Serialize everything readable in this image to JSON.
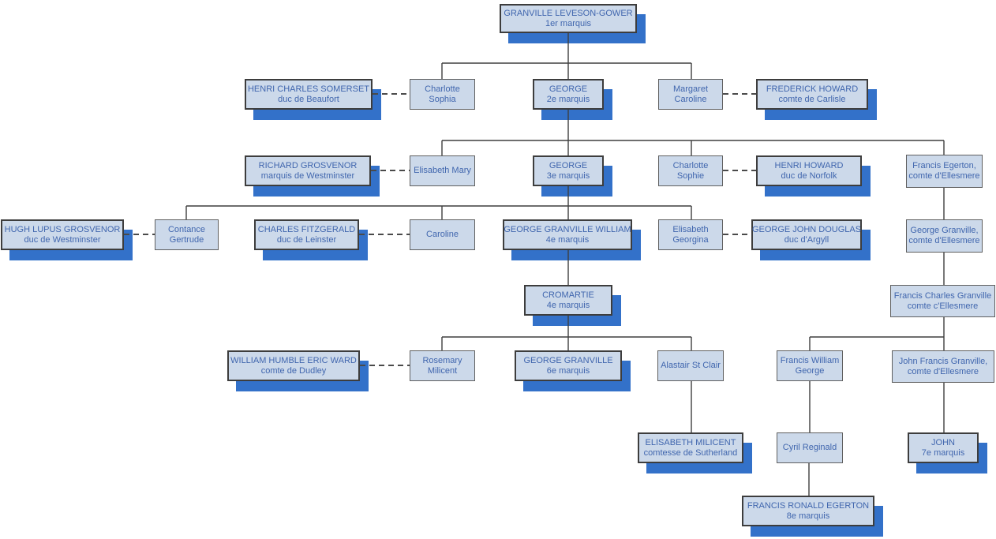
{
  "diagram_type": "family tree (marquis succession chart)",
  "colors": {
    "background": "#ffffff",
    "box_fill": "#ccd9ea",
    "box_border_major": "#3d3d3d",
    "box_border_minor": "#5f5f5f",
    "shadow_blue": "#3371c9",
    "text_blue": "#4066ae",
    "connector_line": "#3f3f3f"
  },
  "nodes": {
    "granville": {
      "line1": "GRANVILLE LEVESON-GOWER",
      "line2": "1er marquis"
    },
    "somerset": {
      "line1": "HENRI CHARLES SOMERSET",
      "line2": "duc de Beaufort"
    },
    "charlotte_sophia": {
      "line1": "Charlotte",
      "line2": "Sophia"
    },
    "george2": {
      "line1": "GEORGE",
      "line2": "2e marquis"
    },
    "margaret": {
      "line1": "Margaret",
      "line2": "Caroline"
    },
    "frederick": {
      "line1": "FREDERICK HOWARD",
      "line2": "comte de Carlisle"
    },
    "grosvenor": {
      "line1": "RICHARD GROSVENOR",
      "line2": "marquis de Westminster"
    },
    "elisabeth_mary": {
      "line1": "Elisabeth Mary"
    },
    "george3": {
      "line1": "GEORGE",
      "line2": "3e marquis"
    },
    "charlotte_sophie": {
      "line1": "Charlotte",
      "line2": "Sophie"
    },
    "henri_howard": {
      "line1": "HENRI HOWARD",
      "line2": "duc de Norfolk"
    },
    "francis_egerton": {
      "line1": "Francis Egerton,",
      "line2": "comte d'Ellesmere"
    },
    "hugh": {
      "line1": "HUGH LUPUS GROSVENOR",
      "line2": "duc de Westminster"
    },
    "contance": {
      "line1": "Contance",
      "line2": "Gertrude"
    },
    "fitzgerald": {
      "line1": "CHARLES FITZGERALD",
      "line2": "duc de Leinster"
    },
    "caroline": {
      "line1": "Caroline"
    },
    "george4": {
      "line1": "GEORGE GRANVILLE WILLIAM",
      "line2": "4e marquis"
    },
    "elisabeth_georgina": {
      "line1": "Elisabeth",
      "line2": "Georgina"
    },
    "douglas": {
      "line1": "GEORGE JOHN DOUGLAS",
      "line2": "duc d'Argyll"
    },
    "george_granville_e": {
      "line1": "George Granville,",
      "line2": "comte d'Ellesmere"
    },
    "cromartie": {
      "line1": "CROMARTIE",
      "line2": "4e marquis"
    },
    "francis_charles": {
      "line1": "Francis Charles Granville",
      "line2": "comte c'Ellesmere"
    },
    "william_ward": {
      "line1": "WILLIAM HUMBLE ERIC WARD",
      "line2": "comte de Dudley"
    },
    "rosemary": {
      "line1": "Rosemary",
      "line2": "Milicent"
    },
    "george6": {
      "line1": "GEORGE GRANVILLE",
      "line2": "6e marquis"
    },
    "alastair": {
      "line1": "Alastair St Clair"
    },
    "francis_william": {
      "line1": "Francis William",
      "line2": "George"
    },
    "john_francis": {
      "line1": "John Francis Granville,",
      "line2": "comte d'Ellesmere"
    },
    "elisabeth_milicent": {
      "line1": "ELISABETH MILICENT",
      "line2": "comtesse de Sutherland"
    },
    "cyril": {
      "line1": "Cyril Reginald"
    },
    "john7": {
      "line1": "JOHN",
      "line2": "7e marquis"
    },
    "francis_ronald": {
      "line1": "FRANCIS RONALD EGERTON",
      "line2": "8e marquis"
    }
  },
  "marriages": [
    [
      "somerset",
      "charlotte_sophia"
    ],
    [
      "margaret",
      "frederick"
    ],
    [
      "grosvenor",
      "elisabeth_mary"
    ],
    [
      "charlotte_sophie",
      "henri_howard"
    ],
    [
      "hugh",
      "contance"
    ],
    [
      "fitzgerald",
      "caroline"
    ],
    [
      "elisabeth_georgina",
      "douglas"
    ],
    [
      "william_ward",
      "rosemary"
    ]
  ],
  "children": {
    "granville": [
      "charlotte_sophia",
      "george2",
      "margaret"
    ],
    "george2": [
      "elisabeth_mary",
      "george3",
      "charlotte_sophie",
      "francis_egerton"
    ],
    "george3": [
      "contance",
      "caroline",
      "george4",
      "elisabeth_georgina"
    ],
    "francis_egerton": [
      "george_granville_e"
    ],
    "george4": [
      "cromartie"
    ],
    "george_granville_e": [
      "francis_charles"
    ],
    "cromartie": [
      "rosemary",
      "george6",
      "alastair"
    ],
    "francis_charles": [
      "francis_william",
      "john_francis"
    ],
    "alastair": [
      "elisabeth_milicent"
    ],
    "francis_william": [
      "cyril"
    ],
    "john_francis": [
      "john7"
    ],
    "cyril": [
      "francis_ronald"
    ]
  }
}
